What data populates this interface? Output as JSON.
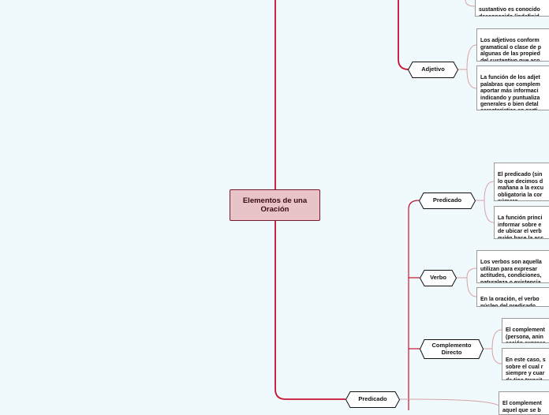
{
  "central": {
    "label": "Elementos de una Oración"
  },
  "topics": {
    "adjetivo": "Adjetivo",
    "predicado_main": "Predicado",
    "predicado_sub": "Predicado",
    "verbo": "Verbo",
    "complemento_directo": "Complemento Directo"
  },
  "notes": {
    "n0": "sustantivo es conocido\ndesconocido (indefinid",
    "n1": "Los adjetivos conform\ngramatical o clase de p\nalgunas de las propied\ndel sustantivo que aco",
    "n2": "La función de los adjet\npalabras que complem\naportar más informaci\nindicando y puntualiza\ngenerales o bien detal\ncaracterística en parti",
    "n3": "El predicado (sin\nlo que decimos d\nmañana a la excu\nobligatoria la cor\nnúmero.",
    "n4": "La función princi\ninformar sobre e\nde ubicar el verb\nquién hace la acc",
    "n5": "Los verbos son aquella\nutilizan para expresar\nactitudes, condiciones,\nnaturaleza o existencia",
    "n6": "En la oración, el verbo\nnúcleo del predicado.",
    "n7": "El complement\n(persona, anin\nacción expresa",
    "n8": "En este caso, s\nsobre el cual r\nsiempre y cuar\nde tipo transit",
    "n9": "El complement\naquel que se b"
  },
  "colors": {
    "connector": "#c8102e",
    "central_fill": "#e8c4c8",
    "central_border": "#7a1a2a",
    "background": "#f0fafc"
  }
}
